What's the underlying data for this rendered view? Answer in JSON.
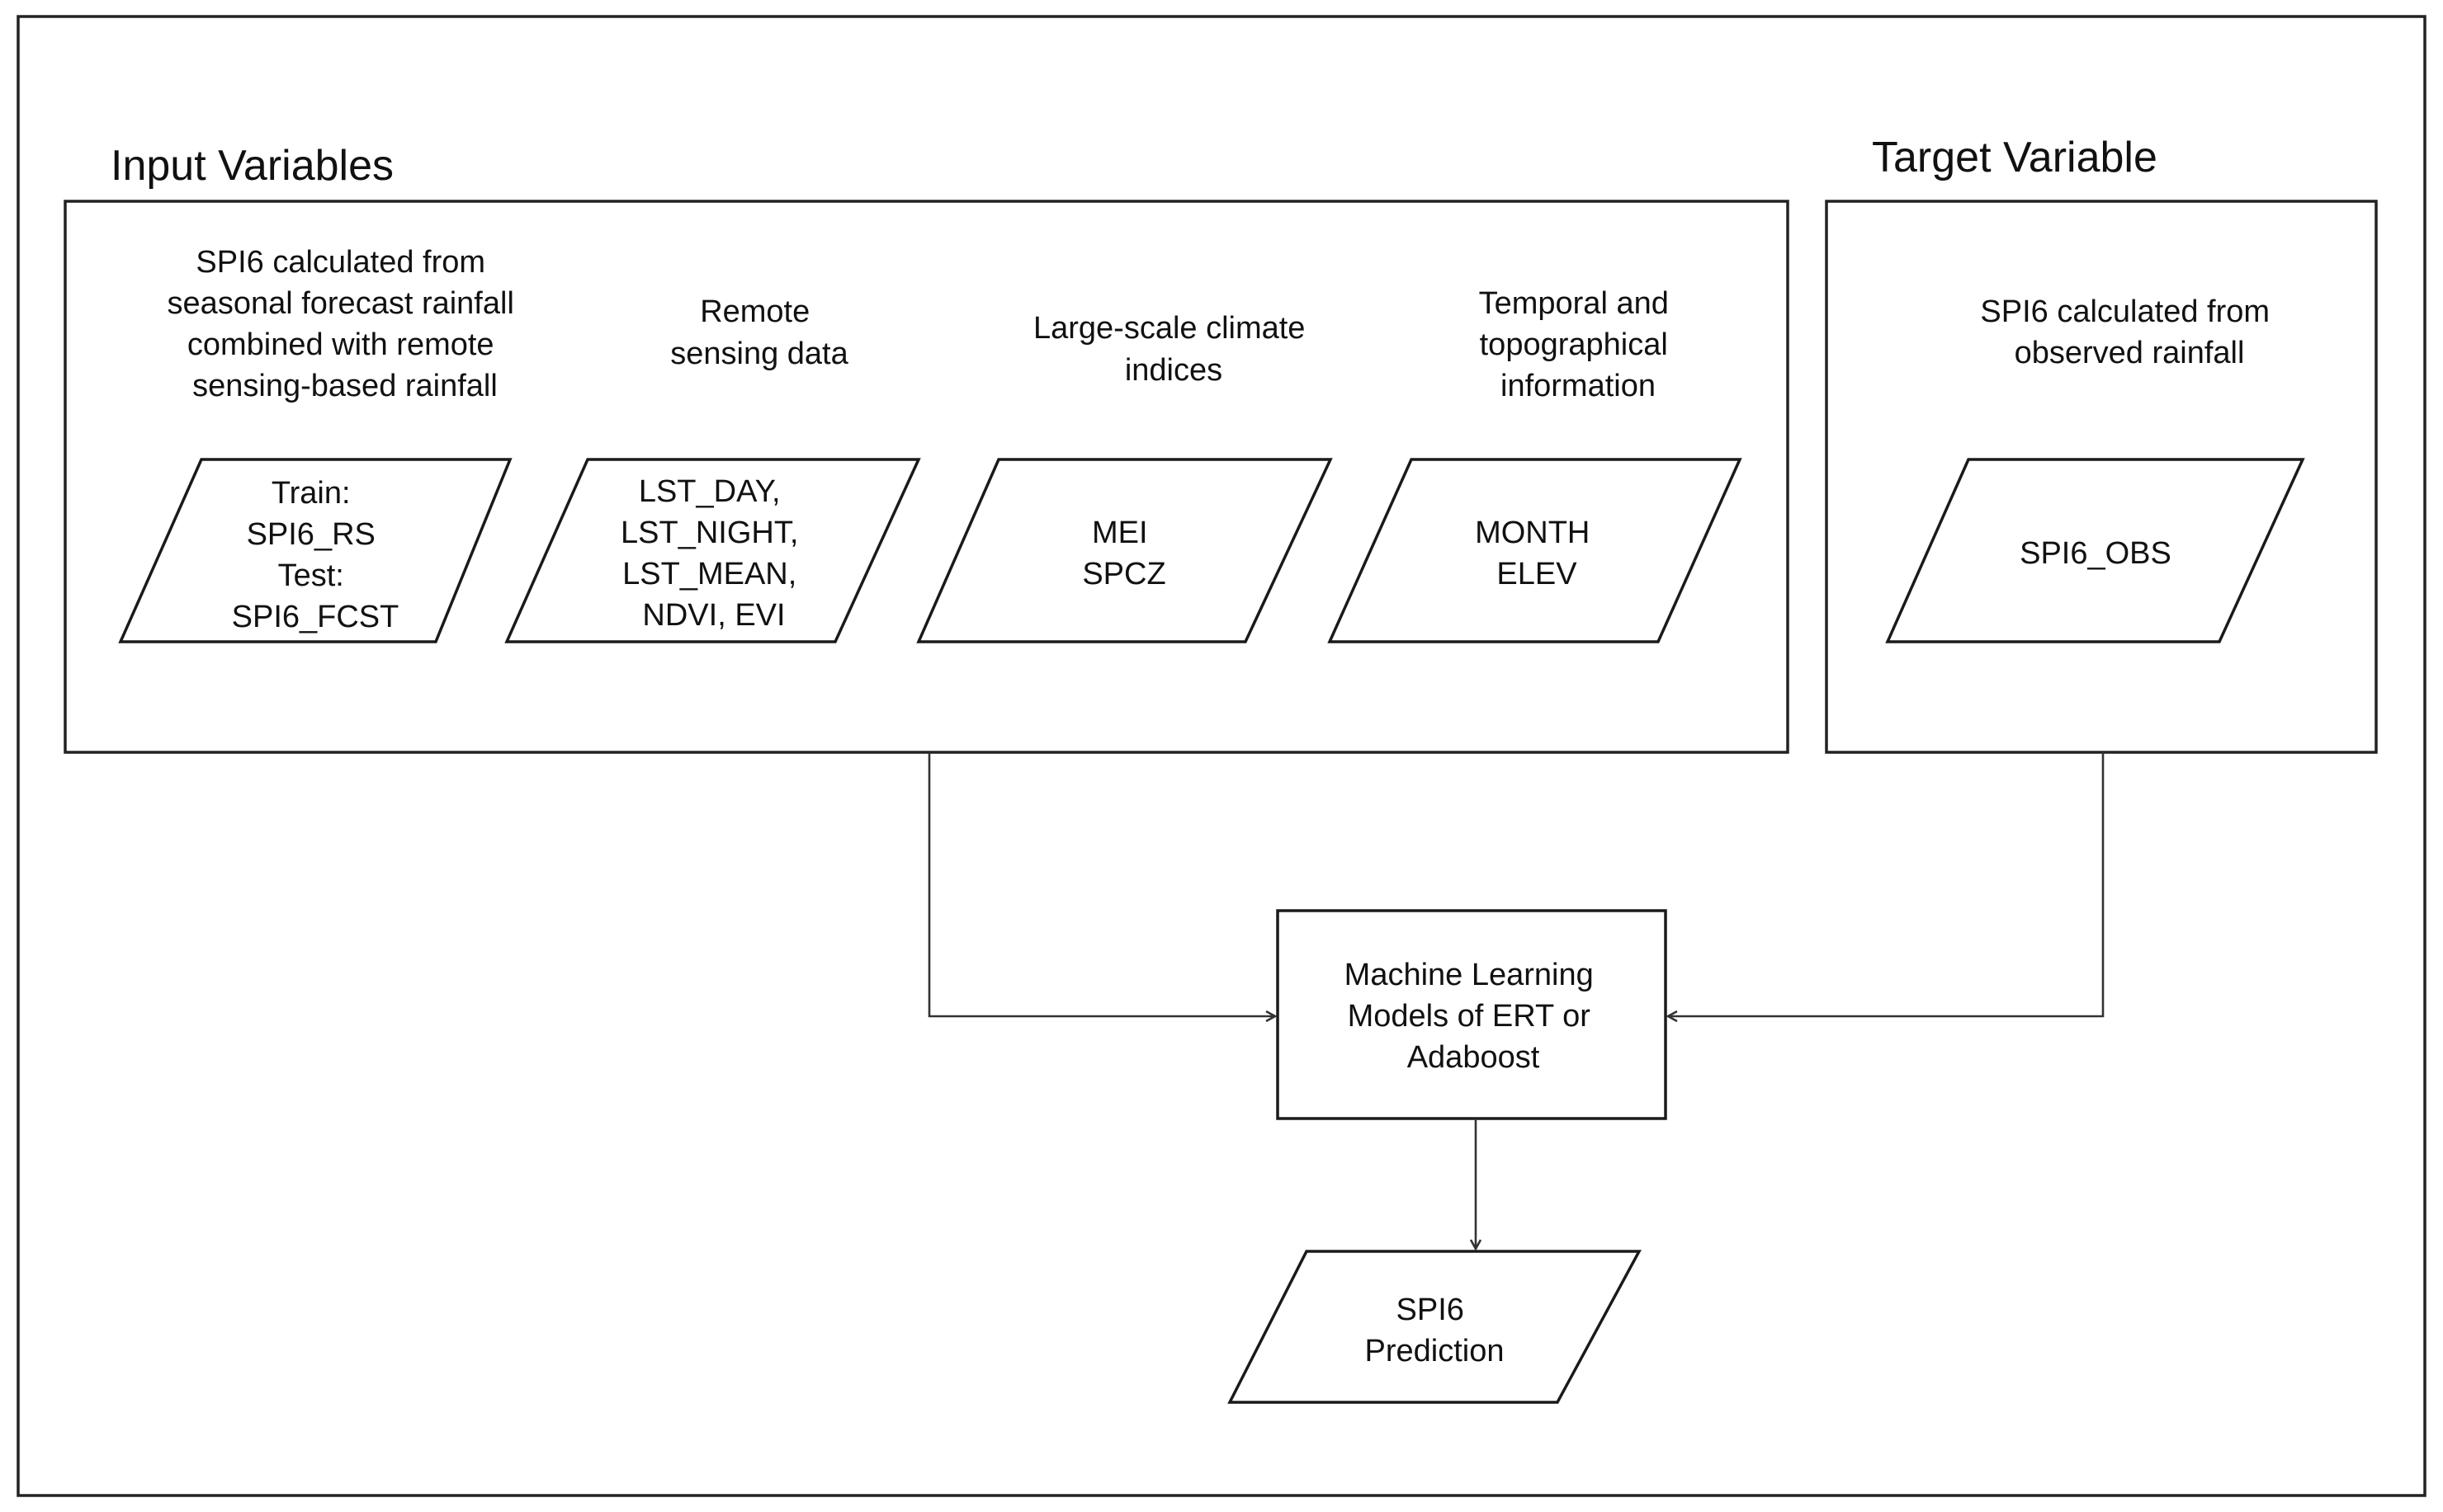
{
  "input_group": {
    "heading": "Input Variables",
    "columns": [
      {
        "caption": [
          "SPI6 calculated from",
          "seasonal forecast rainfall",
          "combined with remote",
          "sensing-based rainfall"
        ],
        "box": [
          "Train:",
          "SPI6_RS",
          "Test:",
          "SPI6_FCST"
        ]
      },
      {
        "caption": [
          "Remote",
          "sensing data"
        ],
        "box": [
          "LST_DAY,",
          "LST_NIGHT,",
          "LST_MEAN,",
          "NDVI, EVI"
        ]
      },
      {
        "caption": [
          "Large-scale climate",
          "indices"
        ],
        "box": [
          "MEI",
          "SPCZ"
        ]
      },
      {
        "caption": [
          "Temporal and",
          "topographical",
          "information"
        ],
        "box": [
          "MONTH",
          "ELEV"
        ]
      }
    ]
  },
  "target_group": {
    "heading": "Target Variable",
    "caption": [
      "SPI6 calculated from",
      "observed rainfall"
    ],
    "box": [
      "SPI6_OBS"
    ]
  },
  "model": {
    "lines": [
      "Machine Learning",
      "Models of ERT or",
      "Adaboost"
    ]
  },
  "output": {
    "lines": [
      "SPI6",
      "Prediction"
    ]
  }
}
